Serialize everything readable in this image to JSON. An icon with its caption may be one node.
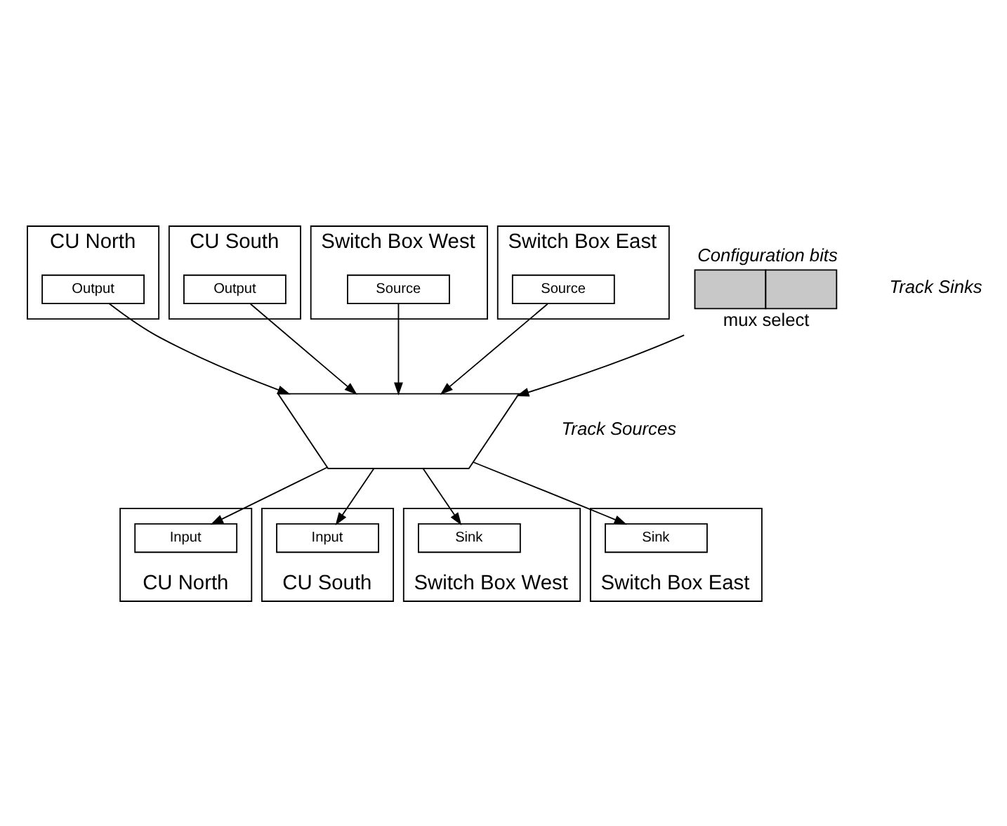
{
  "diagram": {
    "nodes": [
      {
        "text": [
          "CU North"
        ]
      },
      {
        "text": [
          "Output"
        ],
        "in": 0
      },
      {
        "text": [
          "CU South"
        ]
      },
      {
        "text": [
          "Output"
        ],
        "in": 2
      },
      {
        "text": [
          "Switch Box West"
        ]
      },
      {
        "text": [
          "Source"
        ],
        "in": 4
      },
      {
        "text": [
          "Switch Box East"
        ]
      },
      {
        "text": [
          "Source"
        ],
        "in": 6
      },
      {
        "text": [],
        "shape": "trapezoid"
      },
      {
        "text": [],
        "shape": "box",
        "beside": [
          "Configuration bits",
          "mux select"
        ]
      },
      {
        "text": [
          "CU North"
        ]
      },
      {
        "text": [
          "Input"
        ],
        "in": 10
      },
      {
        "text": [
          "CU South"
        ]
      },
      {
        "text": [
          "Input"
        ],
        "in": 12
      },
      {
        "text": [
          "Switch Box West"
        ]
      },
      {
        "text": [
          "Sink"
        ],
        "in": 14
      },
      {
        "text": [
          "Switch Box East"
        ]
      },
      {
        "text": [
          "Sink"
        ],
        "in": 16
      }
    ],
    "edges": [
      {
        "from": 1,
        "to": 8,
        "arrow": "to"
      },
      {
        "from": 3,
        "to": 8,
        "arrow": "to"
      },
      {
        "from": 5,
        "to": 8,
        "arrow": "to"
      },
      {
        "from": 7,
        "to": 8,
        "arrow": "to"
      },
      {
        "from": 9,
        "to": 8,
        "arrow": "to"
      },
      {
        "from": 8,
        "to": 11,
        "arrow": "to"
      },
      {
        "from": 8,
        "to": 13,
        "arrow": "to"
      },
      {
        "from": 8,
        "to": 15,
        "arrow": "to"
      },
      {
        "from": 8,
        "to": 17,
        "arrow": "to"
      }
    ],
    "labels": [
      "Track Sources",
      "Track Sinks"
    ]
  }
}
